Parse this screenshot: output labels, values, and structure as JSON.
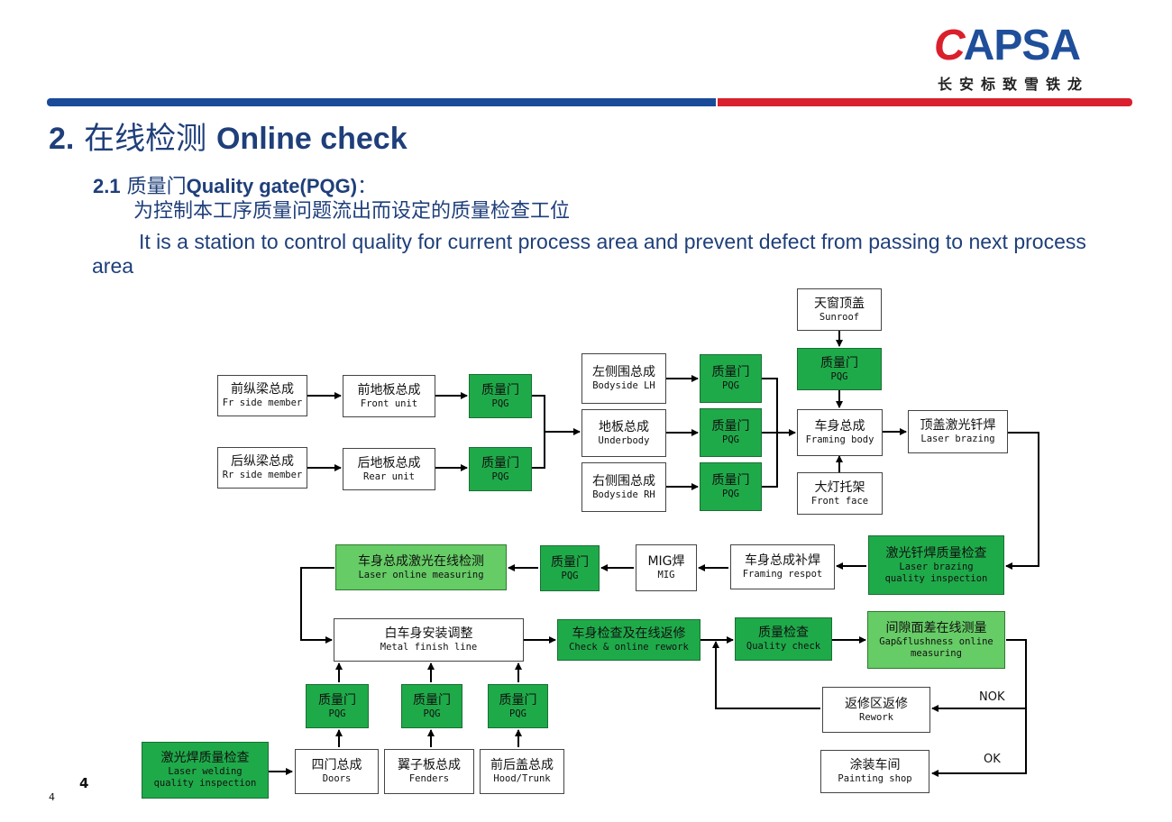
{
  "brand": {
    "logo_mark": "CAPSA",
    "logo_sub": "长安标致雪铁龙"
  },
  "heading": {
    "number": "2.",
    "cn": "在线检测",
    "en": "Online check"
  },
  "subheading": {
    "number": "2.1",
    "cn": "质量门",
    "en": "Quality gate(PQG)",
    "colon": "："
  },
  "description": {
    "cn": "为控制本工序质量问题流出而设定的质量检查工位",
    "en": "It is a station to control quality for current process area and prevent defect from passing to next process area"
  },
  "boxes": {
    "front_side_member": {
      "cn": "前纵梁总成",
      "en": "Fr side member"
    },
    "rear_side_member": {
      "cn": "后纵梁总成",
      "en": "Rr side member"
    },
    "front_unit": {
      "cn": "前地板总成",
      "en": "Front unit"
    },
    "rear_unit": {
      "cn": "后地板总成",
      "en": "Rear unit"
    },
    "pqg_front": {
      "cn": "质量门",
      "en": "PQG"
    },
    "pqg_rear": {
      "cn": "质量门",
      "en": "PQG"
    },
    "bodyside_lh": {
      "cn": "左侧围总成",
      "en": "Bodyside LH"
    },
    "underbody": {
      "cn": "地板总成",
      "en": "Underbody"
    },
    "bodyside_rh": {
      "cn": "右侧围总成",
      "en": "Bodyside RH"
    },
    "pqg_lh": {
      "cn": "质量门",
      "en": "PQG"
    },
    "pqg_ub": {
      "cn": "质量门",
      "en": "PQG"
    },
    "pqg_rh": {
      "cn": "质量门",
      "en": "PQG"
    },
    "sunroof": {
      "cn": "天窗顶盖",
      "en": "Sunroof"
    },
    "pqg_sunroof": {
      "cn": "质量门",
      "en": "PQG"
    },
    "framing_body": {
      "cn": "车身总成",
      "en": "Framing body"
    },
    "front_face": {
      "cn": "大灯托架",
      "en": "Front face"
    },
    "laser_brazing": {
      "cn": "顶盖激光钎焊",
      "en": "Laser brazing"
    },
    "brazing_inspection": {
      "cn": "激光钎焊质量检查",
      "en1": "Laser brazing",
      "en2": "quality inspection"
    },
    "framing_respot": {
      "cn": "车身总成补焊",
      "en": "Framing respot"
    },
    "mig": {
      "cn": "MIG焊",
      "en": "MIG"
    },
    "pqg_mig": {
      "cn": "质量门",
      "en": "PQG"
    },
    "laser_measuring": {
      "cn": "车身总成激光在线检测",
      "en": "Laser online measuring"
    },
    "metal_finish": {
      "cn": "白车身安装调整",
      "en": "Metal finish line"
    },
    "check_rework": {
      "cn": "车身检查及在线返修",
      "en": "Check & online rework"
    },
    "quality_check": {
      "cn": "质量检查",
      "en": "Quality check"
    },
    "gap_flush": {
      "cn": "间隙面差在线测量",
      "en1": "Gap&flushness online",
      "en2": "measuring"
    },
    "rework": {
      "cn": "返修区返修",
      "en": "Rework"
    },
    "painting": {
      "cn": "涂装车间",
      "en": "Painting shop"
    },
    "pqg_doors": {
      "cn": "质量门",
      "en": "PQG"
    },
    "pqg_fenders": {
      "cn": "质量门",
      "en": "PQG"
    },
    "pqg_hood": {
      "cn": "质量门",
      "en": "PQG"
    },
    "doors": {
      "cn": "四门总成",
      "en": "Doors"
    },
    "fenders": {
      "cn": "翼子板总成",
      "en": "Fenders"
    },
    "hood_trunk": {
      "cn": "前后盖总成",
      "en": "Hood/Trunk"
    },
    "laser_welding": {
      "cn": "激光焊质量检查",
      "en1": "Laser welding",
      "en2": "quality inspection"
    }
  },
  "labels": {
    "nok": "NOK",
    "ok": "OK"
  },
  "page": {
    "small": "4",
    "large": "4"
  },
  "colors": {
    "pqg_green": "#1faa4a",
    "light_green": "#66cc66",
    "brand_blue": "#1a4a9a",
    "brand_red": "#d9202c"
  }
}
